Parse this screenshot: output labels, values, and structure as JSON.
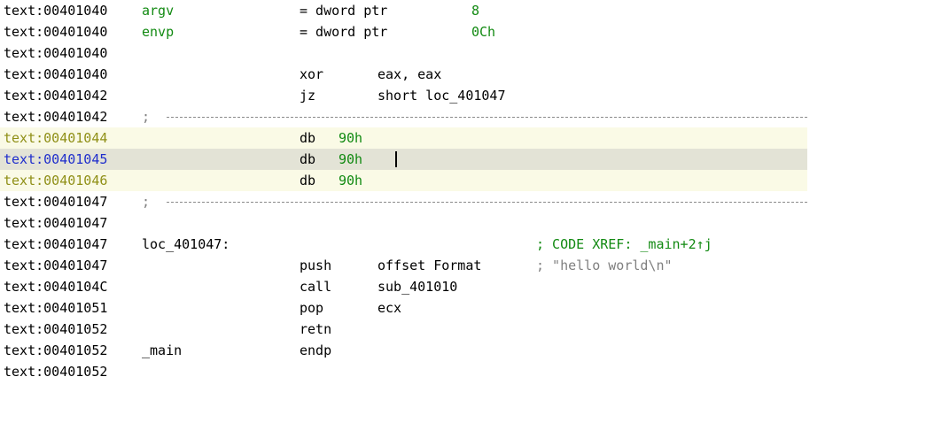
{
  "lines": [
    {
      "addr": "text:00401040",
      "label": "argv",
      "mnem": "= dword ptr",
      "oper": "8"
    },
    {
      "addr": "text:00401040",
      "label": "envp",
      "mnem": "= dword ptr",
      "oper": "0Ch"
    },
    {
      "addr": "text:00401040"
    },
    {
      "addr": "text:00401040",
      "mnem": "xor",
      "oper": "eax, eax"
    },
    {
      "addr": "text:00401042",
      "mnem": "jz",
      "oper": "short loc_401047"
    },
    {
      "addr": "text:00401042",
      "sep": ";"
    },
    {
      "addr": "text:00401044",
      "mnem": "db",
      "oper": "90h"
    },
    {
      "addr": "text:00401045",
      "mnem": "db",
      "oper": "90h"
    },
    {
      "addr": "text:00401046",
      "mnem": "db",
      "oper": "90h"
    },
    {
      "addr": "text:00401047",
      "sep": ";"
    },
    {
      "addr": "text:00401047"
    },
    {
      "addr": "text:00401047",
      "label": "loc_401047:",
      "comment": "; CODE XREF: _main+2↑j"
    },
    {
      "addr": "text:00401047",
      "mnem": "push",
      "oper": "offset Format",
      "comment": "; \"hello world\\n\""
    },
    {
      "addr": "text:0040104C",
      "mnem": "call",
      "oper": "sub_401010"
    },
    {
      "addr": "text:00401051",
      "mnem": "pop",
      "oper": "ecx"
    },
    {
      "addr": "text:00401052",
      "mnem": "retn"
    },
    {
      "addr": "text:00401052",
      "label": "_main",
      "mnem": "endp"
    },
    {
      "addr": "text:00401052"
    }
  ],
  "colors": {
    "address": "#000000",
    "address_highlight": "#8f8f16",
    "address_selected": "#1f2ecc",
    "name": "#128a12",
    "comment_xref": "#128a12",
    "comment_string": "#808080",
    "highlight_bg": "#fafae6",
    "selected_bg": "#e3e3d6"
  }
}
